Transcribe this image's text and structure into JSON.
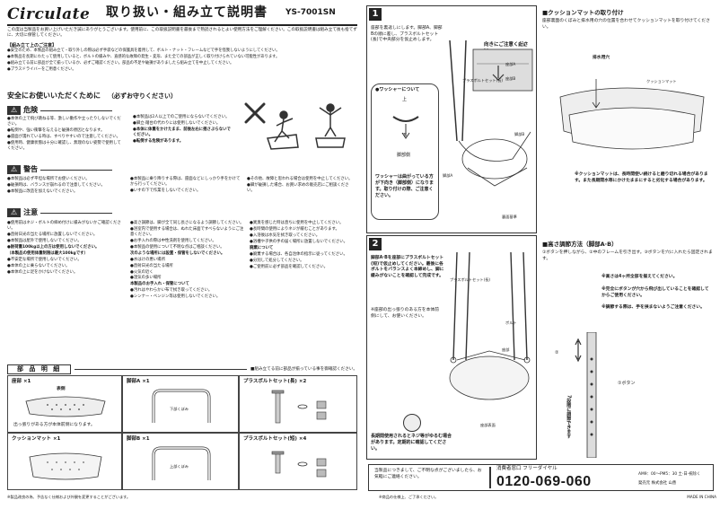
{
  "header": {
    "logo": "Circulate",
    "title": "取り扱い・組み立て説明書",
    "model": "YS-7001SN",
    "intro": "この度は当製品をお買い上げいただき誠にありがとうございます。使用前に、この取扱説明書を最後まで熟読されるとよい使用方法をご理解ください。この取扱説明書は組み立て後も捨てずに、大切に保管してください。"
  },
  "cautions_assembly": {
    "title": "【組み立て上のご注意】",
    "items": [
      "●安全のため、本製品の組み立て・取り外しの際は必ず手袋などの保護具を着用して、ボルト・ナット・フレームなどで手を怪我しないようにしてください。",
      "●本製品を長期にわたって使用していると、ボルトの緩みや、直感的な故障の発生・変形、また全ての部品が正しく取り付けられていない可能性があります。",
      "●組み立てる前に部品が全て揃っているか、必ずご確認ください。部品の不足や破損がありましたら組み立てを中止してください。",
      "●プラスドライバーをご用意ください。"
    ]
  },
  "safety": {
    "title": "安全にお使いいただくために",
    "subtitle": "（必ずお守りください）",
    "danger": {
      "label": "危険",
      "items": [
        "●本体の上で飛び跳ねる等、激しい動作や立ったりしないでください。",
        "●転倒や、強い衝撃を与えると破損の原因となります。",
        "●座面が濡れている時は、すべりやすいので注意してください。",
        "●使用時、健康状態は十分に確認し、無理のない姿勢で使用してください。"
      ],
      "items_right": [
        "●本製品は2人以上でのご使用にならないでください。",
        "●脚立·踏台の代わりには使用しないでください。",
        "●本体に体重をかけたまま、前後左右に揺さぶらないでください。",
        "●転倒する危険があります。"
      ]
    },
    "warning": {
      "label": "警告",
      "items": [
        "●本製品は必ず平坦な場所でお使いください。",
        "●破損時は、バランスが崩れるので注意してください。",
        "●本製品に改造を加えないでください。"
      ],
      "items_mid": [
        "●本製品に乗り降りする際は、座面などにしっかり手をかけてから行ってください。",
        "●いすの下で作業をしないでください。"
      ],
      "items_right": [
        "●その他、故障と思われる場合は使用を中止してください。",
        "●脚が破損した場合、お買い求めの販売店にご相談ください。"
      ]
    },
    "caution": {
      "label": "注意",
      "col1": [
        "●使用前はネジ・ボルトの締め付けに緩みがないかご確認ください。",
        "●直射日光の当たる場所に放置しないでください。",
        "●本製品は屋外で使用しないでください。",
        "●耐荷重100kg以上の方は使用しないでください。",
        "（本製品の使用体重制限は最大100kgです）",
        "●不安定な場所で使用しないでください。",
        "●本体の上に乗らないでください。",
        "●本体の上に足をかけないでください。"
      ],
      "col2": [
        "●高さ調節は、脚が全て同じ長さになるよう調節してください。",
        "●浴室内で使用する場合は、ぬれた床面ですべらないようにご注意ください。",
        "●お手入れの際は中性洗剤を使用してください。",
        "●本製品の使用について不明な点はご相談ください。",
        "次のような場所には設置・保管をしないでください。",
        "●水はけの悪い場所",
        "●直射日光の当たる場所",
        "●火気の近く",
        "●湿気の多い場所",
        "本製品のお手入れ・保管について",
        "●汚れはやわらかい布で拭き取ってください。",
        "●シンナー・ベンジン等は使用しないでください。"
      ],
      "col3": [
        "●異臭を感じた時は直ちに使用を中止してください。",
        "●長時間の使用によりネジが緩むことがあります。",
        "●入浴後は水気を拭き取ってください。",
        "●浴槽や子供の手の届く場所に放置しないでください。",
        "廃棄について",
        "●廃棄する場合は、各自治体の指示に従ってください。",
        "●分別して処分してください。",
        "●ご使用前に必ず部品を確認してください。"
      ]
    }
  },
  "parts": {
    "title": "部 品 明 細",
    "note": "■組み立てる前に部品が揃っている事を御確認ください。",
    "items": [
      {
        "name": "座部",
        "qty": "×1",
        "sub": "表側",
        "note": "出っ張りがある方が本体前側になります。"
      },
      {
        "name": "脚部A",
        "qty": "×1",
        "sub": "",
        "note": "下部くぼみ"
      },
      {
        "name": "プラスボルトセット(長)",
        "qty": "×2",
        "sub": "",
        "note": ""
      },
      {
        "name": "クッションマット",
        "qty": "×1",
        "sub": "",
        "note": ""
      },
      {
        "name": "脚部B",
        "qty": "×1",
        "sub": "",
        "note": "上部くぼみ"
      },
      {
        "name": "プラスボルトセット(短)",
        "qty": "×4",
        "sub": "",
        "note": ""
      }
    ]
  },
  "step1": {
    "num": "1",
    "text": "座部を裏返しにします。脚部A、脚部Bの順に差し、プラスボルトセット(長)で中央部分を仮止めします。",
    "callout": "向きにご注意ください。",
    "washer_title": "●ワッシャーについて",
    "washer_labels": [
      "上",
      "下",
      "脚部側"
    ],
    "washer_note": "ワッシャーは曲がっている方が下向き（脚部側）になります。取り付けの際、ご注意ください。",
    "labels": [
      "座部",
      "プラスボルトセット(長)",
      "脚部B",
      "脚部A",
      "座部A",
      "座部B"
    ],
    "caption": "裏面基準"
  },
  "step2": {
    "num": "2",
    "text": "脚部A·Bを座部にプラスボルトセット(短)で仮止めしてください。最後に各ボルトをバランスよく本締めし、脚に緩みがないことを確認して完成です。",
    "note": "※座部の出っ張りのある方を本体前側にして、お使いください。",
    "labels": [
      "プラスボルトセット(長)",
      "ボルト",
      "座部"
    ],
    "caption": "座部表面",
    "warn": "長期間使用されるとネジ等がゆるむ場合があります。定期的に確認してください。"
  },
  "cushion": {
    "title": "■クッションマットの取り付け",
    "text": "座部裏面のくぼみと排水用の穴の位置を合わせてクッションマットを取り付けてください。",
    "labels": [
      "排水用穴",
      "クッションマット"
    ],
    "note": "※クッションマットは、長時間使い続けると磨り切れる場合があります。また長期間水等にかけたままにすると劣化する場合があります。"
  },
  "height": {
    "title": "■高さ調節方法（脚部A·B）",
    "text": "①ボタンを押しながら、②中のフレームを引き出す。③ボタンを穴に入れたら固定されます。",
    "note1": "※高さは4ヶ所全部を揃えてください。",
    "note2": "※完全にボタンが穴から飛び出していることを確認してからご使用ください。",
    "note3": "※調節する際は、手を挟まないようご注意ください。",
    "side_label": "7段階に調節できます",
    "button_label": "①ボタン",
    "arrow_label": "②"
  },
  "contact": {
    "left": "当製品につきまして、ご不明な点がございましたら、お気軽にご連絡ください。",
    "service": "消費者窓口 フリーダイヤル",
    "phone": "0120-069-060",
    "hours": "AM9：00～PM5：30 土·日·祝除く",
    "company": "発売元  株式会社 山善"
  },
  "footer": {
    "note": "※製品改良の為、予告なく仕様および外観を変更することがございます。",
    "note2": "※商品の仕様上、ご了承ください。",
    "made": "MADE IN CHINA"
  }
}
